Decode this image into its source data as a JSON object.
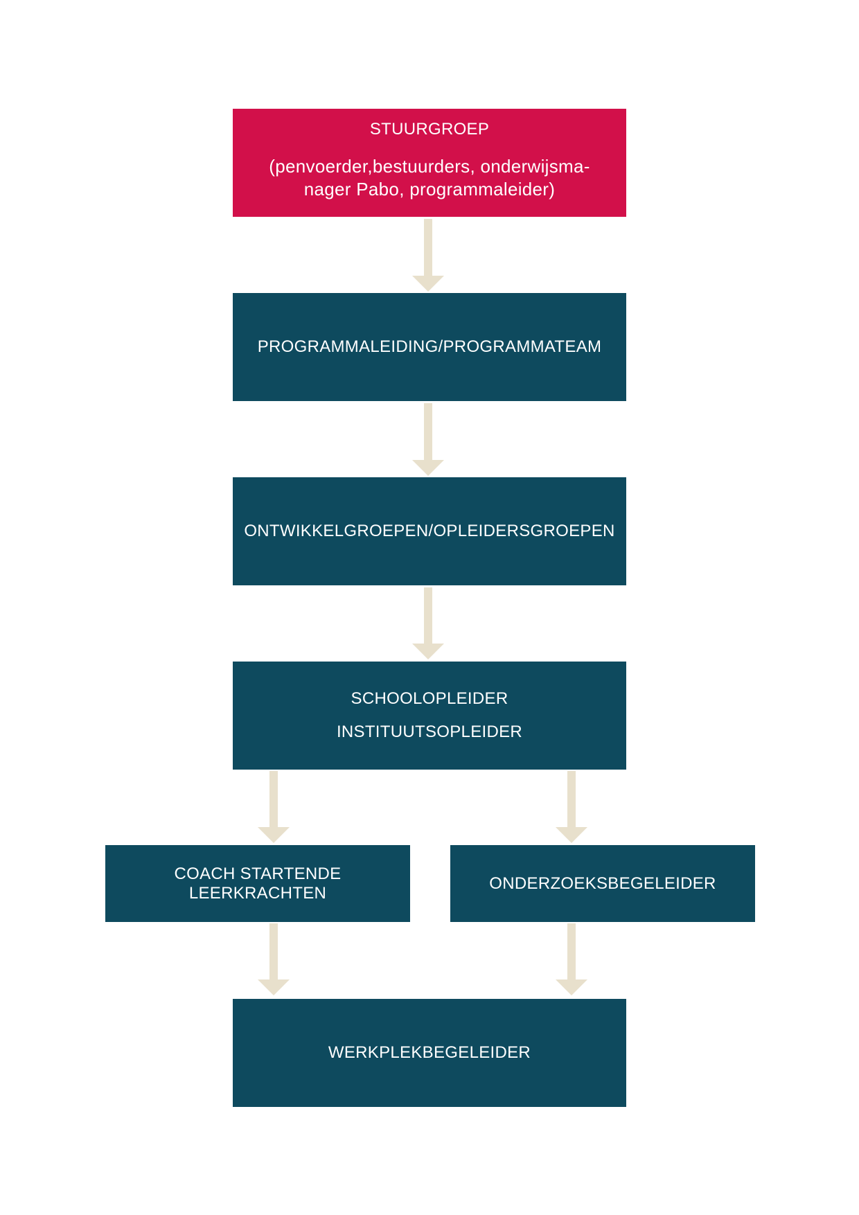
{
  "colors": {
    "steering": "#d2104a",
    "box": "#0e4a5e",
    "arrow": "#e8e0cc",
    "text": "#ffffff"
  },
  "boxes": {
    "stuurgroep": {
      "title": "STUURGROEP",
      "subtitle_line1": "(penvoerder,bestuurders, onderwijsma-",
      "subtitle_line2": "nager Pabo, programmaleider)"
    },
    "programmaleiding": {
      "label": "PROGRAMMALEIDING/PROGRAMMATEAM"
    },
    "ontwikkelgroepen": {
      "label": "ONTWIKKELGROEPEN/OPLEIDERSGROEPEN"
    },
    "opleiders": {
      "line1": "SCHOOLOPLEIDER",
      "line2": "INSTITUUTSOPLEIDER"
    },
    "coach": {
      "label": "COACH STARTENDE LEERKRACHTEN"
    },
    "onderzoek": {
      "label": "ONDERZOEKSBEGELEIDER"
    },
    "werkplek": {
      "label": "WERKPLEKBEGELEIDER"
    }
  }
}
